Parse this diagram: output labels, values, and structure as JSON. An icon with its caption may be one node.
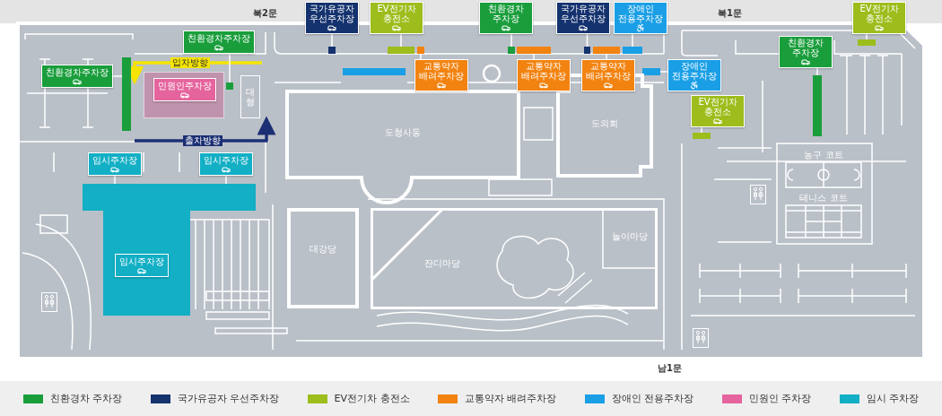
{
  "diagram": {
    "nodes": [
      {
        "text": [
          "국가유공자 우선주차장"
        ]
      },
      {
        "text": [],
        "shape": "bar"
      },
      {
        "text": [
          "EV전기차 충전소"
        ]
      },
      {
        "text": [],
        "shape": "bar"
      },
      {
        "text": [
          "교통약자 배려주차장"
        ]
      },
      {
        "text": [],
        "shape": "bar"
      },
      {
        "text": [
          "친환경차 주차장"
        ]
      },
      {
        "text": [],
        "shape": "bar"
      },
      {
        "text": [
          "교통약자 배려주차장"
        ]
      },
      {
        "text": [],
        "shape": "bar"
      },
      {
        "text": [
          "국가유공자 우선주차장"
        ]
      },
      {
        "text": [],
        "shape": "bar"
      },
      {
        "text": [
          "교통약자 배려주차장"
        ]
      },
      {
        "text": [],
        "shape": "bar"
      },
      {
        "text": [
          "장애인 전용주차장"
        ]
      },
      {
        "text": [],
        "shape": "bar"
      },
      {
        "text": [],
        "shape": "bar"
      },
      {
        "text": [
          "장애인 전용주차장"
        ]
      },
      {
        "text": [],
        "shape": "bar"
      },
      {
        "text": [
          "EV전기차 충전소"
        ]
      },
      {
        "text": [],
        "shape": "bar"
      },
      {
        "text": [
          "EV전기차 충전소"
        ]
      },
      {
        "text": [],
        "shape": "bar"
      },
      {
        "text": [
          "친환경차 주차장"
        ]
      },
      {
        "text": [],
        "shape": "bar"
      },
      {
        "text": [
          "친환경차주차장"
        ]
      },
      {
        "text": [],
        "shape": "bar"
      },
      {
        "text": [],
        "shape": "box"
      },
      {
        "text": [
          "민원인주차장"
        ],
        "in": 27
      },
      {
        "text": [
          "친환경차주차장"
        ]
      },
      {
        "text": [],
        "shape": "bar"
      },
      {
        "text": [
          "대형"
        ]
      },
      {
        "text": [],
        "shape": "box"
      },
      {
        "text": [
          "임시주차장"
        ]
      },
      {
        "text": [
          "임시주차장"
        ]
      },
      {
        "text": [
          "임시주차장"
        ],
        "in": 32
      },
      {
        "text": [
          "도청사동"
        ]
      },
      {
        "text": [
          "도의회"
        ]
      },
      {
        "text": [
          "대강당"
        ]
      },
      {
        "text": [
          "잔디마당"
        ]
      },
      {
        "text": [
          "놀이마당"
        ],
        "in": 39
      },
      {
        "text": [
          "농구 코트"
        ]
      },
      {
        "text": [
          "테니스 코트"
        ]
      }
    ],
    "edges": [
      {
        "from": 0,
        "to": 1,
        "arrow": "none"
      },
      {
        "from": 2,
        "to": 3,
        "arrow": "none"
      },
      {
        "from": 4,
        "to": 5,
        "arrow": "none"
      },
      {
        "from": 6,
        "to": 7,
        "arrow": "none"
      },
      {
        "from": 8,
        "to": 9,
        "arrow": "none"
      },
      {
        "from": 10,
        "to": 11,
        "arrow": "none"
      },
      {
        "from": 12,
        "to": 13,
        "arrow": "none"
      },
      {
        "from": 14,
        "to": 15,
        "arrow": "none"
      },
      {
        "from": 17,
        "to": 18,
        "arrow": "none"
      },
      {
        "from": 19,
        "to": 20,
        "arrow": "none"
      },
      {
        "from": 21,
        "to": 22,
        "arrow": "none"
      },
      {
        "from": 23,
        "to": 24,
        "arrow": "none"
      },
      {
        "from": 25,
        "to": 26,
        "arrow": "none"
      },
      {
        "from": 29,
        "to": 30,
        "arrow": "none"
      },
      {
        "from": 33,
        "to": 32,
        "arrow": "none"
      },
      {
        "from": 34,
        "to": 32,
        "arrow": "none"
      }
    ],
    "labels": [
      "북2문",
      "입차방향",
      "출차방향",
      "북1문",
      "남1문"
    ],
    "legend": [
      {
        "text": "친환경차 주차장",
        "color": "#1a9e3c"
      },
      {
        "text": "국가유공자 우선주차장",
        "color": "#14326e"
      },
      {
        "text": "EV전기차 충전소",
        "color": "#9dbd1c"
      },
      {
        "text": "교통약자 배려주차장",
        "color": "#f28310"
      },
      {
        "text": "장애인 전용주차장",
        "color": "#1a9fe6"
      },
      {
        "text": "민원인 주차장",
        "color": "#e5649d"
      },
      {
        "text": "임시 주차장",
        "color": "#12afc5"
      }
    ]
  }
}
